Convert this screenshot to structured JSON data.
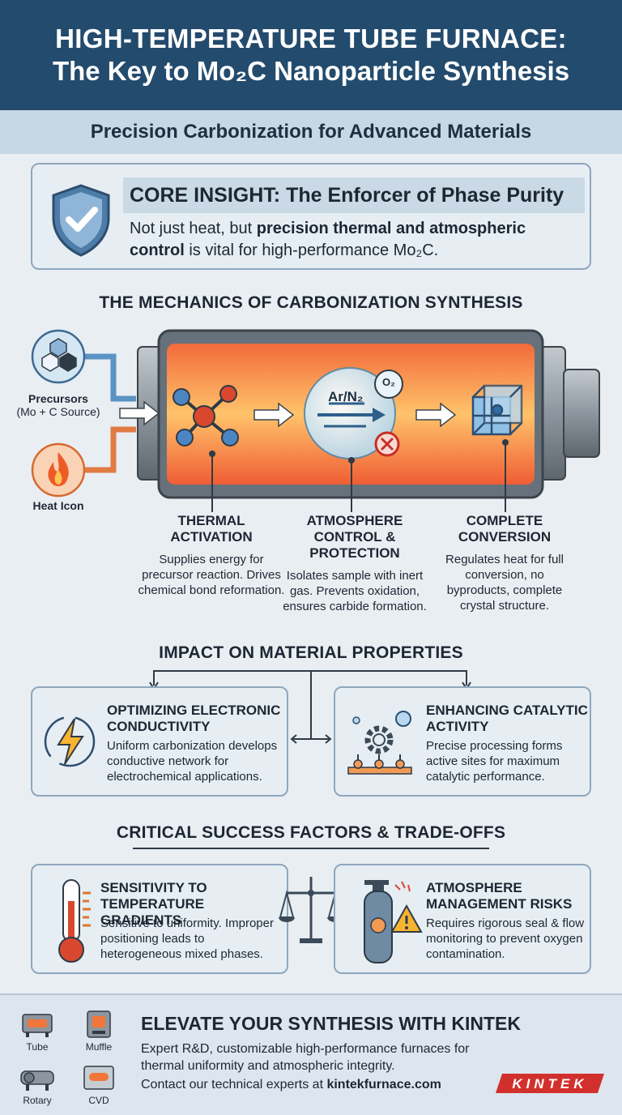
{
  "header": {
    "title_line1": "HIGH-TEMPERATURE TUBE FURNACE:",
    "title_line2": "The Key to Mo₂C Nanoparticle Synthesis",
    "subtitle": "Precision Carbonization for Advanced Materials"
  },
  "core": {
    "title": "CORE INSIGHT: The Enforcer of Phase Purity",
    "text_pre": "Not just heat, but ",
    "text_bold": "precision thermal and atmospheric control",
    "text_post": " is vital for high-performance Mo₂C."
  },
  "mechanics": {
    "heading": "THE MECHANICS OF CARBONIZATION SYNTHESIS",
    "precursors_label": "Precursors",
    "precursors_sub": "(Mo + C Source)",
    "heat_label": "Heat Icon",
    "gas_label": "Ar/N₂",
    "o2_label": "O₂",
    "steps": [
      {
        "title": "THERMAL ACTIVATION",
        "desc": "Supplies energy for precursor reaction. Drives chemical bond reformation."
      },
      {
        "title": "ATMOSPHERE CONTROL & PROTECTION",
        "desc": "Isolates sample with inert gas. Prevents oxidation, ensures carbide formation."
      },
      {
        "title": "COMPLETE CONVERSION",
        "desc": "Regulates heat for full conversion, no byproducts, complete crystal structure."
      }
    ]
  },
  "impact": {
    "heading": "IMPACT ON MATERIAL PROPERTIES",
    "cards": [
      {
        "title": "OPTIMIZING ELECTRONIC CONDUCTIVITY",
        "desc": "Uniform carbonization develops conductive network for electrochemical applications."
      },
      {
        "title": "ENHANCING CATALYTIC ACTIVITY",
        "desc": "Precise processing forms active sites for maximum catalytic performance."
      }
    ]
  },
  "factors": {
    "heading": "CRITICAL SUCCESS FACTORS & TRADE-OFFS",
    "cards": [
      {
        "title": "SENSITIVITY TO TEMPERATURE GRADIENTS",
        "desc": "Sensitive to uniformity. Improper positioning leads to heterogeneous mixed phases."
      },
      {
        "title": "ATMOSPHERE MANAGEMENT RISKS",
        "desc": "Requires rigorous seal & flow monitoring to prevent oxygen contamination."
      }
    ]
  },
  "footer": {
    "title": "ELEVATE YOUR SYNTHESIS WITH KINTEK",
    "desc": "Expert R&D, customizable high-performance furnaces for thermal uniformity and atmospheric integrity.",
    "contact_pre": "Contact our technical experts at ",
    "contact_link": "kintekfurnace.com",
    "products": [
      "Tube",
      "Muffle",
      "Rotary",
      "CVD"
    ],
    "logo_text": "KINTEK"
  },
  "colors": {
    "navy": "#234b6d",
    "orange": "#f0763a",
    "kintek_red": "#d2302c"
  }
}
